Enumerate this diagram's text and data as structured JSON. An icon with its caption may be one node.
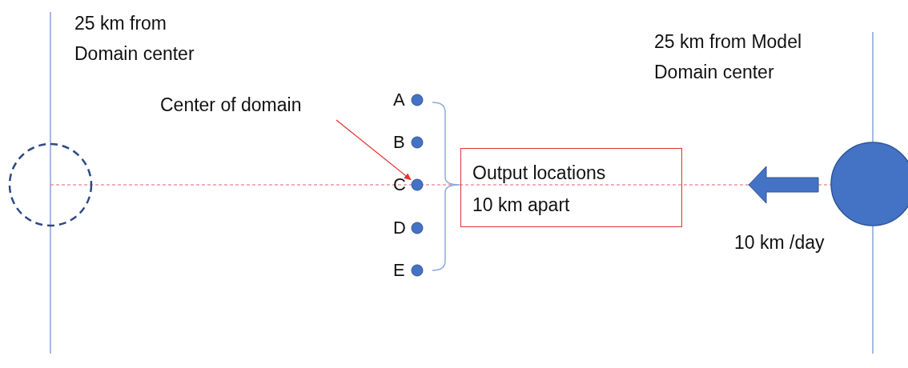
{
  "diagram": {
    "nodes": [
      {
        "text": [
          "Center of domain"
        ]
      },
      {
        "text": [
          "A"
        ]
      },
      {
        "text": [
          "B"
        ]
      },
      {
        "text": [
          "C"
        ]
      },
      {
        "text": [
          "D"
        ]
      },
      {
        "text": [
          "E"
        ]
      },
      {
        "text": [
          "Output locations 10 km apart"
        ]
      },
      {
        "text": [],
        "shape": "circle"
      },
      {
        "text": [],
        "shape": "circle"
      }
    ],
    "edges": [
      {
        "from": 0,
        "to": 3,
        "arrow": "to",
        "color": "#e8312f"
      }
    ],
    "labels": [
      "25 km from Domain center",
      "25 km from Model Domain center",
      "10 km /day"
    ]
  }
}
